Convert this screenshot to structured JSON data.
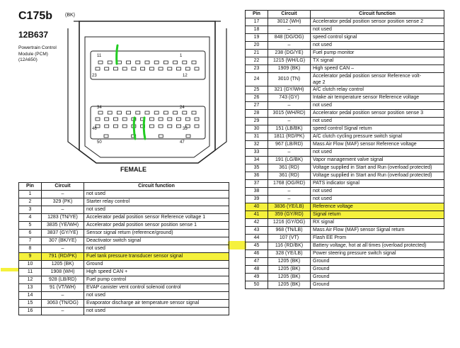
{
  "header": {
    "code": "C175b",
    "color": "(BK)",
    "part": "12B637",
    "description": "Powertrain Control\nModule (PCM)\n(12A650)",
    "connector_label": "FEMALE"
  },
  "connector": {
    "pins": [
      "11",
      "1",
      "23",
      "12",
      "34",
      "24",
      "46",
      "35",
      "50",
      "47"
    ]
  },
  "columns": {
    "pin": "Pin",
    "circuit": "Circuit",
    "function": "Circuit function"
  },
  "left_rows": [
    {
      "pin": "1",
      "circuit": "–",
      "function": "not used"
    },
    {
      "pin": "2",
      "circuit": "329 (PK)",
      "function": "Starter relay control"
    },
    {
      "pin": "3",
      "circuit": "–",
      "function": "not used"
    },
    {
      "pin": "4",
      "circuit": "1283 (TN/YE)",
      "function": "Accelerator pedal position sensor Reference voltage 1"
    },
    {
      "pin": "5",
      "circuit": "3835 (YE/WH)",
      "function": "Accelerator pedal position sensor position sense 1"
    },
    {
      "pin": "6",
      "circuit": "3837 (GY/YE)",
      "function": "Sensor signal return (reference/ground)"
    },
    {
      "pin": "7",
      "circuit": "307 (BK/YE)",
      "function": "Deactivator switch signal"
    },
    {
      "pin": "8",
      "circuit": "–",
      "function": "not used"
    },
    {
      "pin": "9",
      "circuit": "791 (RD/PK)",
      "function": "Fuel tank pressure transducer sensor signal",
      "hl": true
    },
    {
      "pin": "10",
      "circuit": "1205 (BK)",
      "function": "Ground"
    },
    {
      "pin": "11",
      "circuit": "1908 (WH)",
      "function": "High speed CAN +"
    },
    {
      "pin": "12",
      "circuit": "928 (LB/RD)",
      "function": "Fuel pump control"
    },
    {
      "pin": "13",
      "circuit": "91 (VT/WH)",
      "function": "EVAP canister vent control solenoid control"
    },
    {
      "pin": "14",
      "circuit": "–",
      "function": "not used"
    },
    {
      "pin": "15",
      "circuit": "3063 (TN/OG)",
      "function": "Evaporator discharge air temperature sensor signal"
    },
    {
      "pin": "16",
      "circuit": "–",
      "function": "not used"
    }
  ],
  "right_rows": [
    {
      "pin": "17",
      "circuit": "3012 (WH)",
      "function": "Accelerator pedal position sensor position sense 2"
    },
    {
      "pin": "18",
      "circuit": "–",
      "function": "not used"
    },
    {
      "pin": "19",
      "circuit": "848 (DG/OG)",
      "function": "speed control signal"
    },
    {
      "pin": "20",
      "circuit": "–",
      "function": "not used"
    },
    {
      "pin": "21",
      "circuit": "238 (DG/YE)",
      "function": "Fuel pump monitor"
    },
    {
      "pin": "22",
      "circuit": "1215 (WH/LG)",
      "function": "TX signal"
    },
    {
      "pin": "23",
      "circuit": "1909 (BK)",
      "function": "High speed CAN –"
    },
    {
      "pin": "24",
      "circuit": "3010 (TN)",
      "function": "Accelerator pedal position sensor Reference volt-",
      "function2": "age 2"
    },
    {
      "pin": "25",
      "circuit": "321 (GY/WH)",
      "function": "A/C clutch relay control"
    },
    {
      "pin": "26",
      "circuit": "743 (GY)",
      "function": "Intake air temperature sensor Reference voltage"
    },
    {
      "pin": "27",
      "circuit": "–",
      "function": "not used"
    },
    {
      "pin": "28",
      "circuit": "3015 (WH/RD)",
      "function": "Accelerator pedal position sensor position sense 3"
    },
    {
      "pin": "29",
      "circuit": "–",
      "function": "not used"
    },
    {
      "pin": "30",
      "circuit": "151 (LB/BK)",
      "function": "speed control Signal return"
    },
    {
      "pin": "31",
      "circuit": "1811 (RD/PK)",
      "function": "A/C clutch cycling pressure switch signal"
    },
    {
      "pin": "32",
      "circuit": "967 (LB/RD)",
      "function": "Mass Air Flow (MAF) sensor Reference voltage"
    },
    {
      "pin": "33",
      "circuit": "–",
      "function": "not used"
    },
    {
      "pin": "34",
      "circuit": "191 (LG/BK)",
      "function": "Vapor management valve signal"
    },
    {
      "pin": "35",
      "circuit": "361 (RD)",
      "function": "Voltage supplied in Start and Run (overload protected)"
    },
    {
      "pin": "36",
      "circuit": "361 (RD)",
      "function": "Voltage supplied in Start and Run (overload protected)"
    },
    {
      "pin": "37",
      "circuit": "1768 (OG/RD)",
      "function": "PATS indicator signal"
    },
    {
      "pin": "38",
      "circuit": "–",
      "function": "not used"
    },
    {
      "pin": "39",
      "circuit": "–",
      "function": "not used"
    },
    {
      "pin": "40",
      "circuit": "3836 (YE/LB)",
      "function": "Reference voltage",
      "hl": true
    },
    {
      "pin": "41",
      "circuit": "359 (GY/RD)",
      "function": "Signal return",
      "hl": true
    },
    {
      "pin": "42",
      "circuit": "1216 (GY/OG)",
      "function": "RX signal"
    },
    {
      "pin": "43",
      "circuit": "968 (TN/LB)",
      "function": "Mass Air Flow (MAF) sensor Signal return"
    },
    {
      "pin": "44",
      "circuit": "107 (VT)",
      "function": "Flash EE Prom"
    },
    {
      "pin": "45",
      "circuit": "116 (RD/BK)",
      "function": "Battery voltage, hot at all times (overload protected)"
    },
    {
      "pin": "46",
      "circuit": "328 (YE/LB)",
      "function": "Power steering pressure switch signal"
    },
    {
      "pin": "47",
      "circuit": "1205 (BK)",
      "function": "Ground"
    },
    {
      "pin": "48",
      "circuit": "1205 (BK)",
      "function": "Ground"
    },
    {
      "pin": "49",
      "circuit": "1205 (BK)",
      "function": "Ground"
    },
    {
      "pin": "50",
      "circuit": "1205 (BK)",
      "function": "Ground"
    }
  ]
}
